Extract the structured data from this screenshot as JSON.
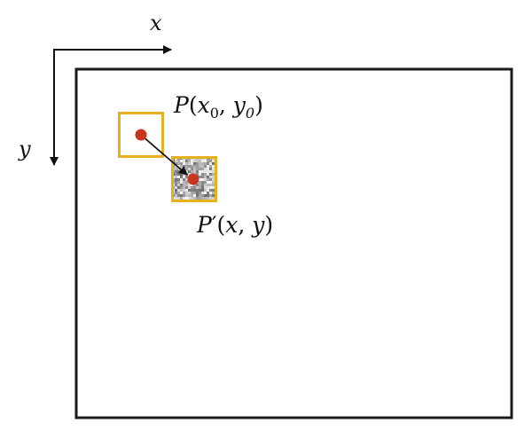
{
  "axes": {
    "x_label": "x",
    "y_label": "y"
  },
  "source_point": {
    "letter": "P",
    "open_paren": "(",
    "x_var": "x",
    "x_sub": "0",
    "comma": ", ",
    "y_var": "y",
    "y_sub": "0",
    "close_paren": ")"
  },
  "target_point": {
    "letter": "P",
    "prime": "′",
    "open_paren": "(",
    "x_var": "x",
    "comma": ", ",
    "y_var": "y",
    "close_paren": ")"
  },
  "colors": {
    "frame": "#1a1a1a",
    "window_border": "#e6b020",
    "point": "#c8361d",
    "arrow": "#111111",
    "noise_base": "#b4b4b4"
  }
}
